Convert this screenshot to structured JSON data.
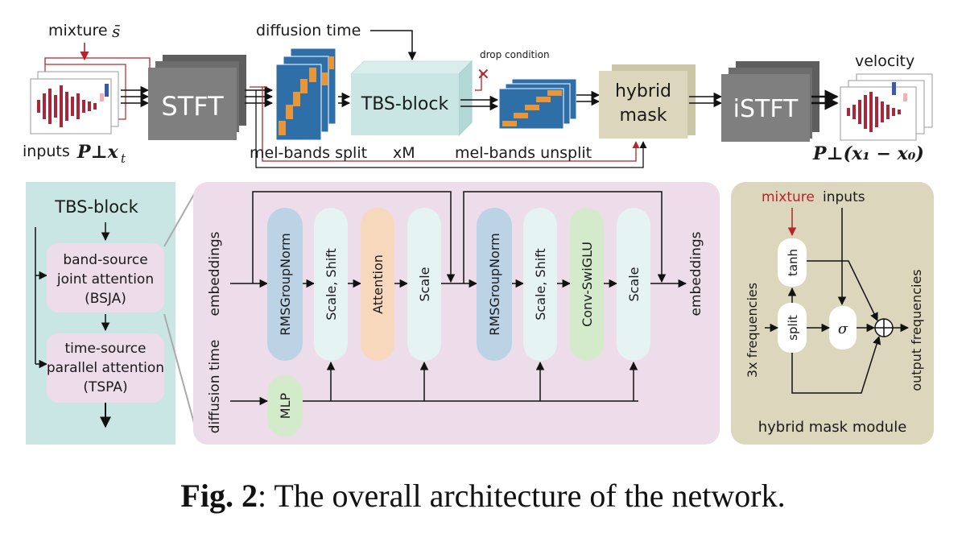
{
  "top": {
    "mixture_label": "mixture",
    "mixture_symbol": "s̄",
    "diffusion_time": "diffusion time",
    "drop_condition": "drop condition",
    "velocity": "velocity",
    "inputs_label": "inputs",
    "inputs_formula": "P⊥x",
    "inputs_sub": "t",
    "stft": "STFT",
    "tbs_block": "TBS-block",
    "hybrid_mask_line1": "hybrid",
    "hybrid_mask_line2": "mask",
    "istft": "iSTFT",
    "mel_split": "mel-bands split",
    "repeat": "xM",
    "mel_unsplit": "mel-bands unsplit",
    "velocity_formula": "P⊥(x₁ − x₀)"
  },
  "tbs_panel": {
    "title": "TBS-block",
    "bsja": [
      "band-source",
      "joint attention",
      "(BSJA)"
    ],
    "tspa": [
      "time-source",
      "parallel attention",
      "(TSPA)"
    ]
  },
  "block_panel": {
    "embeddings_in": "embeddings",
    "embeddings_out": "embeddings",
    "diffusion_time": "diffusion time",
    "mlp": "MLP",
    "rmsgroupnorm_1": "RMSGroupNorm",
    "scale_shift_1": "Scale, Shift",
    "attention": "Attention",
    "scale_1": "Scale",
    "rmsgroupnorm_2": "RMSGroupNorm",
    "scale_shift_2": "Scale, Shift",
    "conv_swiglu": "Conv-SwiGLU",
    "scale_2": "Scale"
  },
  "mask_panel": {
    "mixture": "mixture",
    "inputs": "inputs",
    "tanh": "tanh",
    "split": "split",
    "sigma": "σ",
    "in_freq": "3x frequencies",
    "out_freq": "output frequencies",
    "title": "hybrid mask module"
  },
  "caption": {
    "label": "Fig. 2",
    "text": ": The overall architecture of the network."
  },
  "colors": {
    "teal_panel": "#c9e6e4",
    "purple_panel": "#eddcea",
    "khaki_panel": "#dcd6bc",
    "blue_block": "#bcd3e6",
    "mint_block": "#e5f4f2",
    "orange_block": "#f7d8bc",
    "green_block": "#d4ebcb",
    "stft_gray": "#7f7f7f",
    "red_accent": "#b5242a",
    "spec_blue": "#2f6fa8",
    "spec_orange": "#e8963a"
  }
}
